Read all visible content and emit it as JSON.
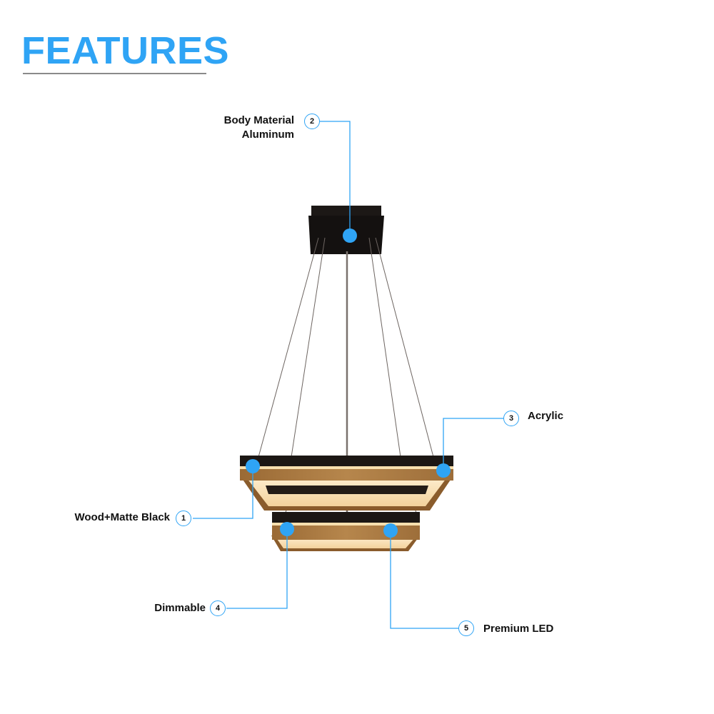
{
  "header": {
    "title": "FEATURES"
  },
  "colors": {
    "accent": "#2fa4f5",
    "rule": "#8a8a8a",
    "text": "#111111",
    "black_frame": "#1a1614",
    "wood": "#a8773f",
    "glow": "#f8e2b8"
  },
  "callouts": [
    {
      "number": "1",
      "label": "Wood+Matte Black"
    },
    {
      "number": "2",
      "label_line1": "Body Material",
      "label_line2": "Aluminum"
    },
    {
      "number": "3",
      "label": "Acrylic"
    },
    {
      "number": "4",
      "label": "Dimmable"
    },
    {
      "number": "5",
      "label": "Premium LED"
    }
  ]
}
